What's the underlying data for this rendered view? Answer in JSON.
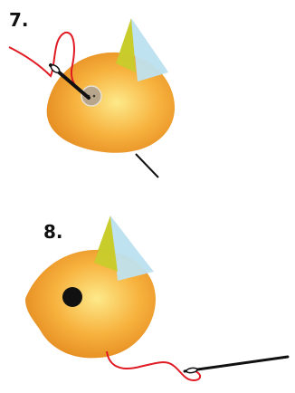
{
  "steps": [
    {
      "number_label": "7."
    },
    {
      "number_label": "8."
    }
  ],
  "colors": {
    "body_light": "#fde98a",
    "body_mid": "#f7b23e",
    "body_dark": "#e48a1f",
    "fin_yellow": "#c8cc2c",
    "fin_blue": "#bfe2ef",
    "thread": "#e01b24",
    "needle": "#111111",
    "eye_dot": "#111111"
  },
  "icons": {
    "step7": "fish-sewing-needle-illustration",
    "step8": "fish-with-eye-needle-illustration"
  }
}
